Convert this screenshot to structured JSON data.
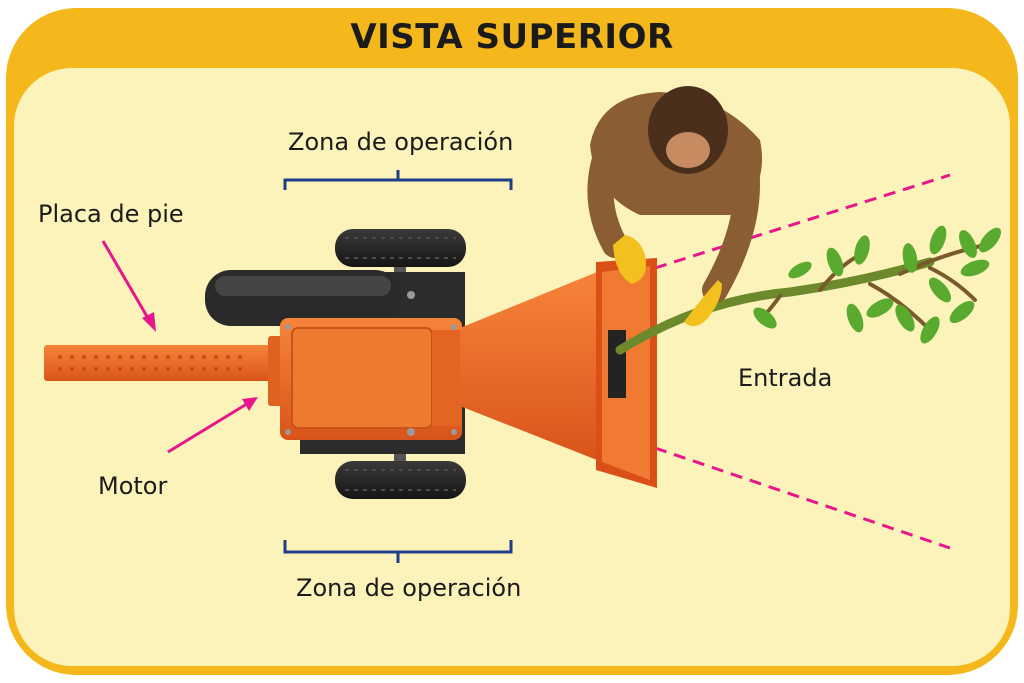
{
  "title": "VISTA SUPERIOR",
  "labels": {
    "zone_top": "Zona de operación",
    "zone_bottom": "Zona de operación",
    "foot_plate": "Placa de pie",
    "motor": "Motor",
    "inlet": "Entrada"
  },
  "colors": {
    "frame": "#f5b81c",
    "background": "#fbf3b9",
    "machine": "#f26b21",
    "arrow": "#e8168c",
    "bracket": "#1f3c88",
    "danger_line": "#e8168c"
  }
}
